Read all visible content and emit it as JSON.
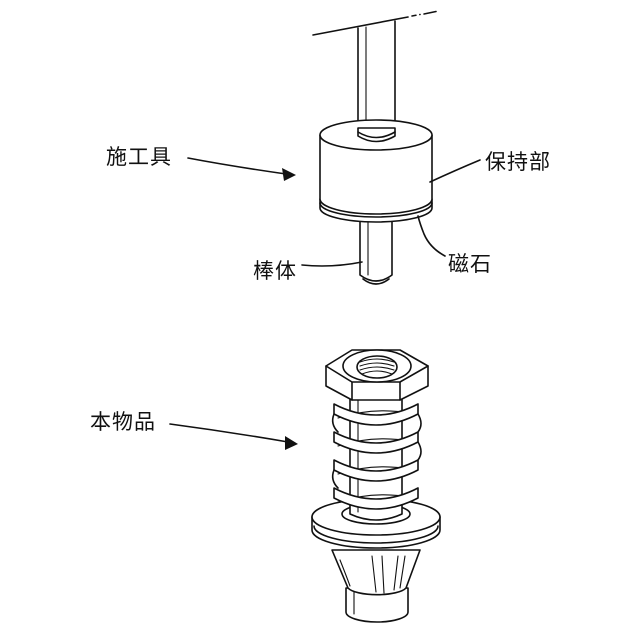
{
  "diagram": {
    "labels": {
      "tool": "施工具",
      "holder": "保持部",
      "magnet": "磁石",
      "rod": "棒体",
      "article": "本物品"
    }
  }
}
